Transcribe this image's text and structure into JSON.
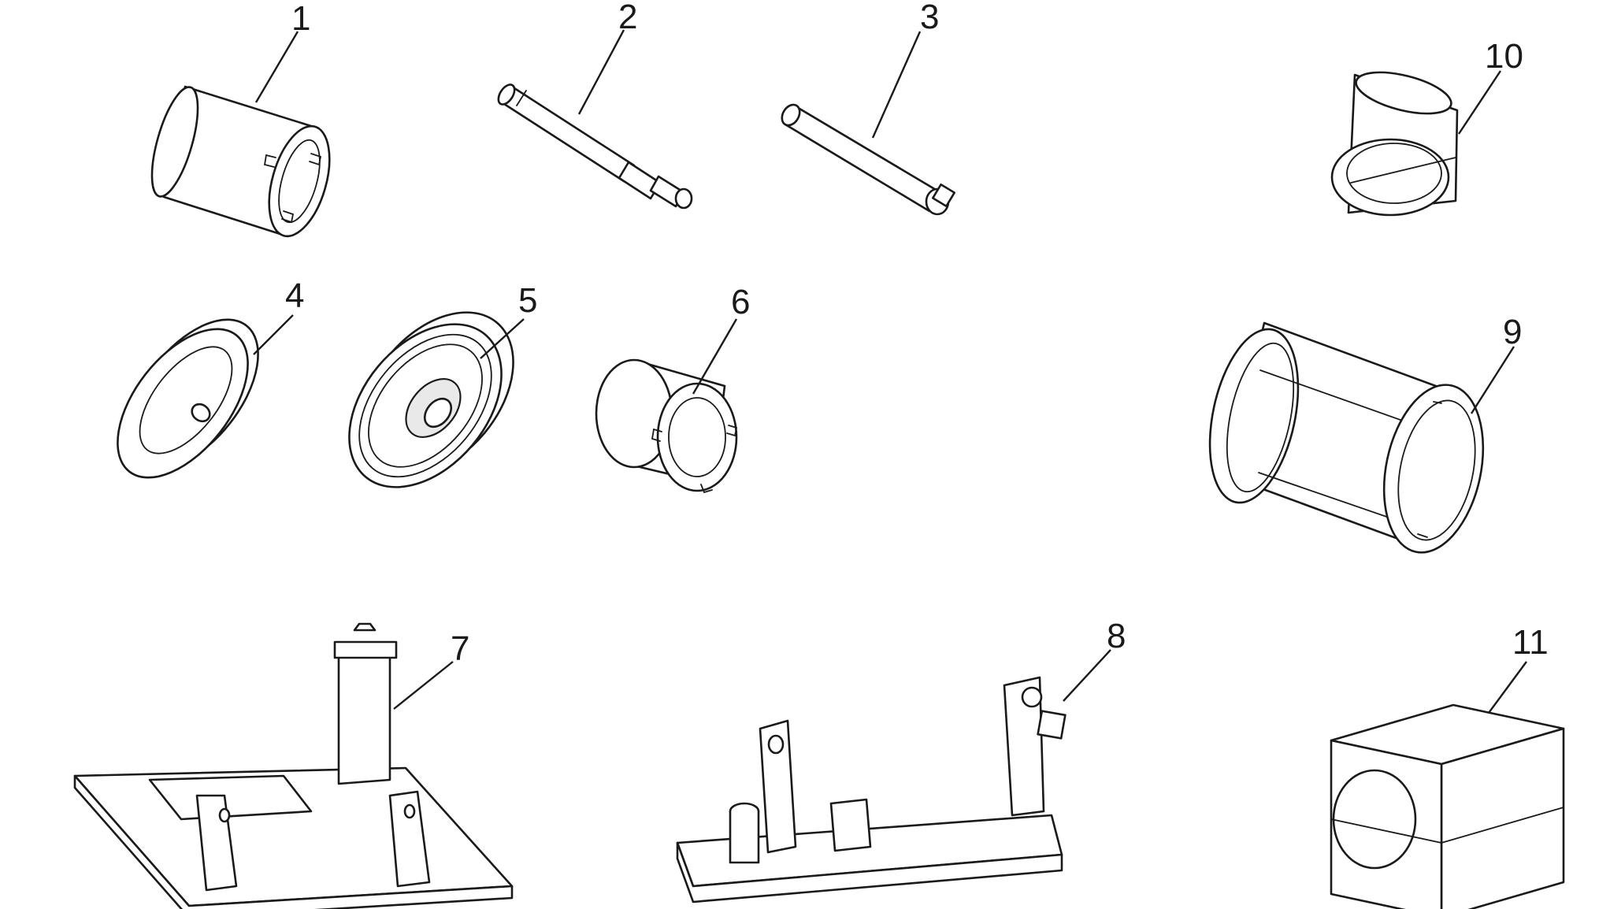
{
  "diagram": {
    "background": "#ffffff",
    "ink": "#1a1a1a",
    "callouts": [
      "1",
      "2",
      "3",
      "4",
      "5",
      "6",
      "7",
      "8",
      "9",
      "10",
      "11"
    ]
  }
}
